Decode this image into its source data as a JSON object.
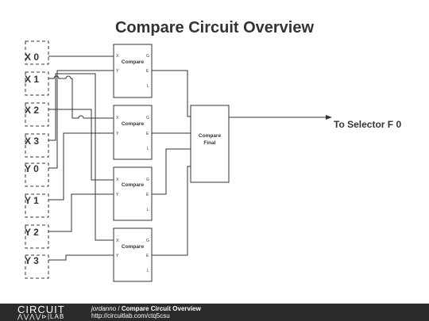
{
  "title": "Compare Circuit Overview",
  "inputs": [
    "X 0",
    "X 1",
    "X 2",
    "X 3",
    "Y 0",
    "Y 1",
    "Y 2",
    "Y 3"
  ],
  "compare_block": {
    "label": "Compare",
    "pins": {
      "x": "X",
      "y": "Y",
      "g": "G",
      "e": "E",
      "l": "L"
    }
  },
  "final_block": {
    "line1": "Compare",
    "line2": "Final"
  },
  "output_label": "To Selector F 0",
  "footer": {
    "logo_top": "CIRCUIT",
    "logo_bottom": "LAB",
    "author": "jordanno",
    "separator": " / ",
    "title": "Compare Circuit Overview",
    "url": "http://circuitlab.com/ctq5csu"
  },
  "colors": {
    "ink": "#333333",
    "footer_bg": "#2b2b2b",
    "footer_text": "#ffffff"
  }
}
